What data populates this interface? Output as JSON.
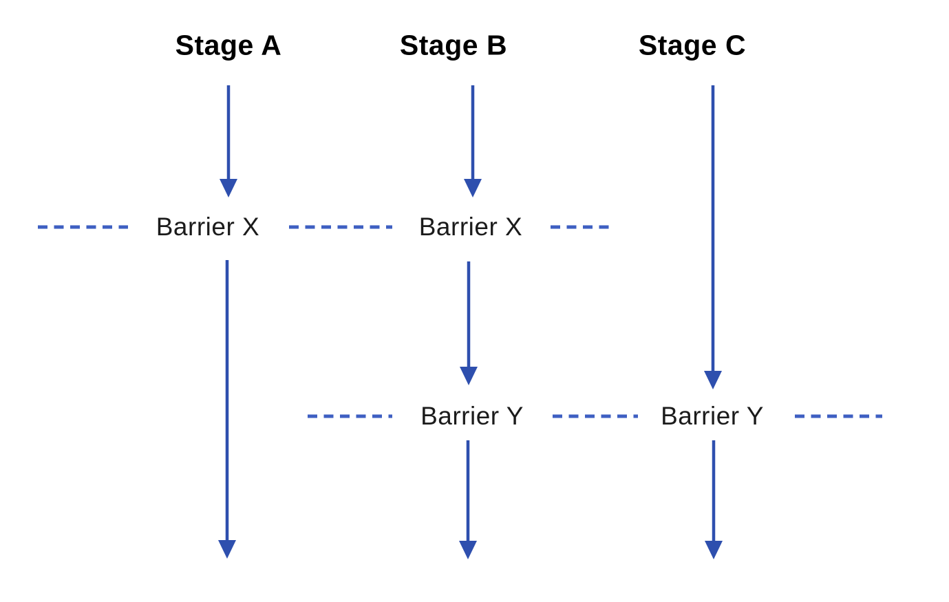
{
  "diagram": {
    "description": "Three parallel stage timelines with synchronization barriers",
    "stages": [
      {
        "label": "Stage A"
      },
      {
        "label": "Stage B"
      },
      {
        "label": "Stage C"
      }
    ],
    "barrier_rows": [
      {
        "labels": [
          "Barrier X",
          "Barrier X"
        ]
      },
      {
        "labels": [
          "Barrier Y",
          "Barrier Y"
        ]
      }
    ]
  },
  "colors": {
    "background": "#FFFFFF",
    "arrow_blue": "#2E4FAE",
    "dash_blue": "#3E5FC2",
    "title_text": "#000000",
    "barrier_text": "#1B1B1B"
  }
}
